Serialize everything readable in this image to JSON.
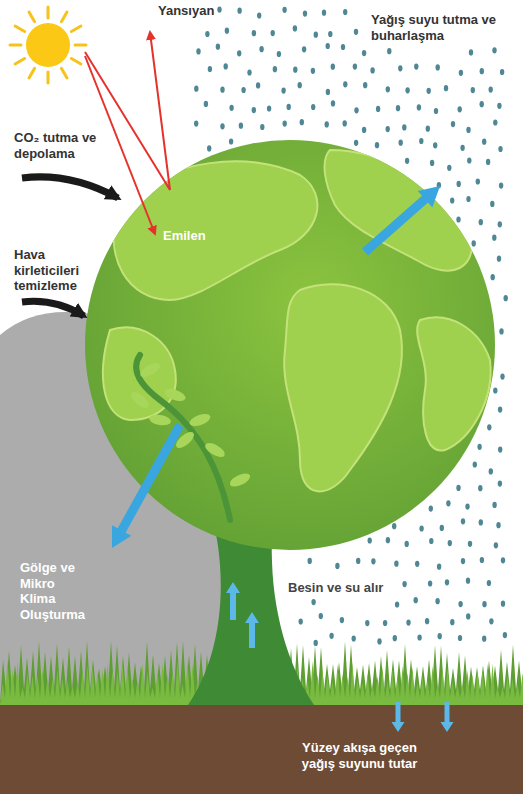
{
  "diagram": {
    "labels": [
      "Yansıyan",
      "Yağış suyu tutma ve buharlaşma",
      "CO₂ tutma ve depolama",
      "Emilen",
      "Hava kirleticileri temizleme",
      "Gölge ve Mikro Klima Oluşturma",
      "Besin ve su alır",
      "Yüzey akışa geçen yağış suyunu tutar"
    ]
  }
}
